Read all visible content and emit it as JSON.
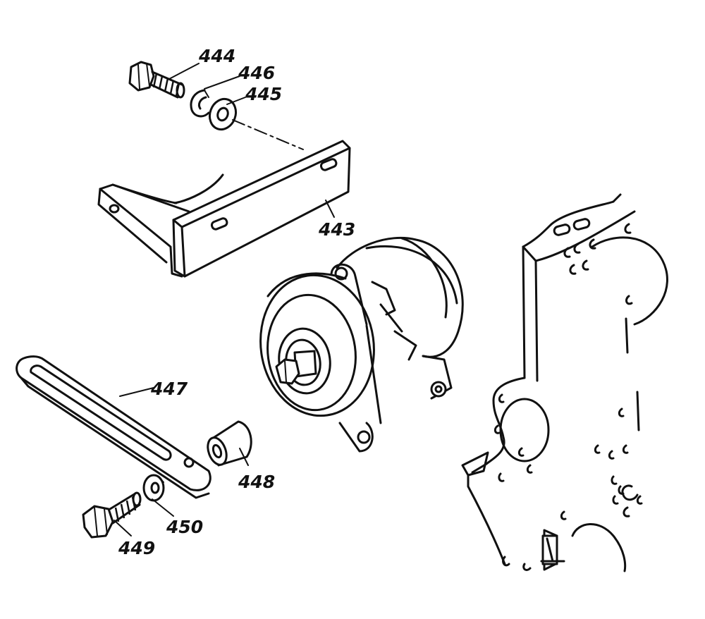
{
  "labels": {
    "p443": "443",
    "p444": "444",
    "p445": "445",
    "p446": "446",
    "p447": "447",
    "p448": "448",
    "p449": "449",
    "p450": "450"
  },
  "colors": {
    "ink": "#111111",
    "paper": "#ffffff"
  }
}
